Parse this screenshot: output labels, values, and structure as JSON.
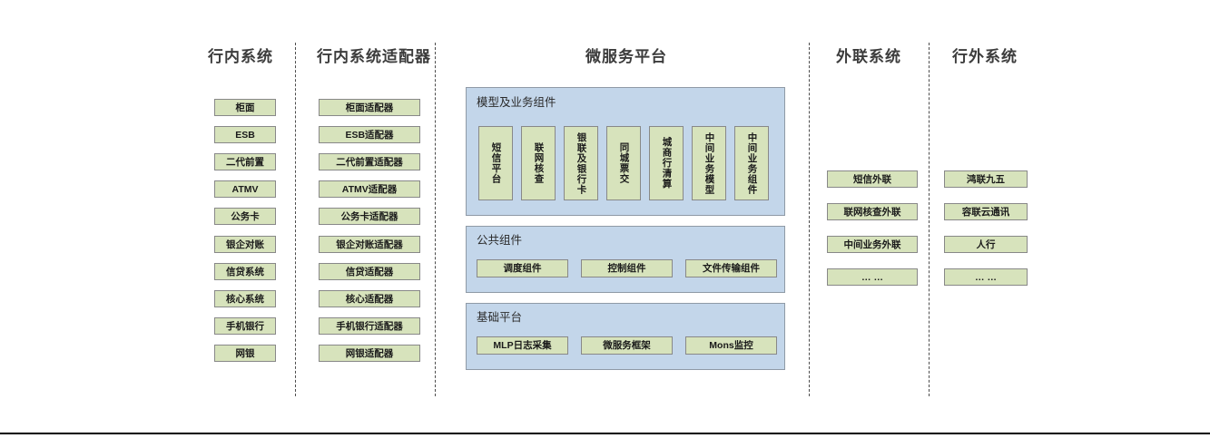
{
  "diagram": {
    "title_hidden": "",
    "colors": {
      "box_fill": "#d7e3bc",
      "box_border": "#888888",
      "panel_fill": "#c3d6ea",
      "panel_border": "#8f9aa6",
      "divider": "#4d4d4d",
      "heading_text": "#3c3c3c"
    }
  },
  "columns": [
    {
      "id": "in-bank-systems",
      "title": "行内系统",
      "items": [
        "柜面",
        "ESB",
        "二代前置",
        "ATMV",
        "公务卡",
        "银企对账",
        "信贷系统",
        "核心系统",
        "手机银行",
        "网银"
      ]
    },
    {
      "id": "in-bank-adapters",
      "title": "行内系统适配器",
      "items": [
        "柜面适配器",
        "ESB适配器",
        "二代前置适配器",
        "ATMV适配器",
        "公务卡适配器",
        "银企对账适配器",
        "信贷适配器",
        "核心适配器",
        "手机银行适配器",
        "网银适配器"
      ]
    },
    {
      "id": "external-link-systems",
      "title": "外联系统",
      "items": [
        "短信外联",
        "联网核查外联",
        "中间业务外联",
        "… …"
      ]
    },
    {
      "id": "out-of-bank-systems",
      "title": "行外系统",
      "items": [
        "鸿联九五",
        "容联云通讯",
        "人行",
        "… …"
      ]
    }
  ],
  "platform": {
    "title": "微服务平台",
    "sections": [
      {
        "id": "model-business-components",
        "title": "模型及业务组件",
        "orientation": "vertical",
        "items": [
          "短信平台",
          "联网核查",
          "银联及银行卡",
          "同城票交",
          "城商行清算",
          "中间业务模型",
          "中间业务组件"
        ]
      },
      {
        "id": "public-components",
        "title": "公共组件",
        "orientation": "horizontal",
        "items": [
          "调度组件",
          "控制组件",
          "文件传输组件"
        ]
      },
      {
        "id": "base-platform",
        "title": "基础平台",
        "orientation": "horizontal",
        "items": [
          "MLP日志采集",
          "微服务框架",
          "Mons监控"
        ]
      }
    ]
  }
}
